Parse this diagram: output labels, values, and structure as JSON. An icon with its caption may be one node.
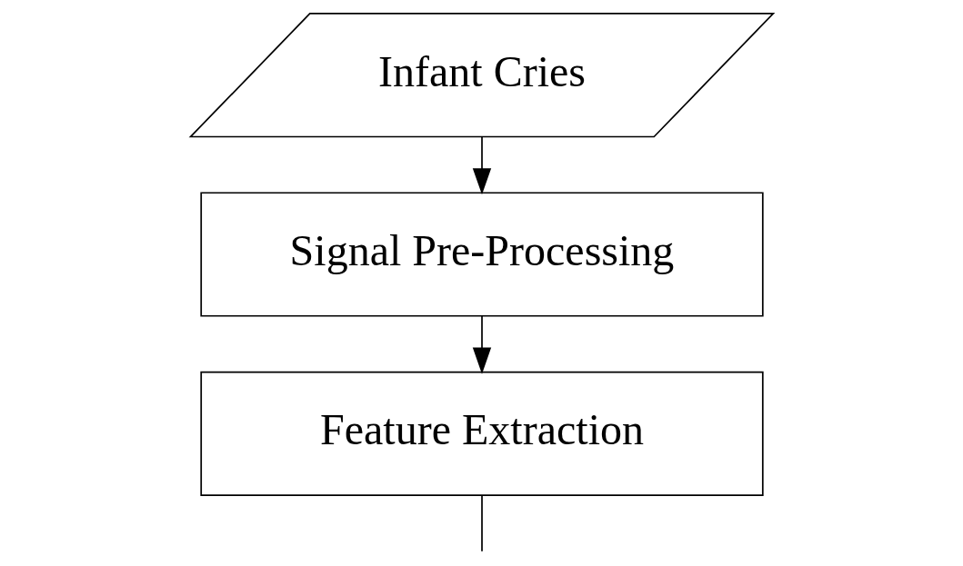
{
  "diagram": {
    "nodes": [
      {
        "text": [
          "Infant Cries"
        ]
      },
      {
        "text": [
          "Signal Pre-Processing"
        ]
      },
      {
        "text": [
          "Feature Extraction"
        ]
      }
    ],
    "edges": [
      {
        "from": 0,
        "to": 1,
        "arrow": "to"
      },
      {
        "from": 1,
        "to": 2,
        "arrow": "to"
      },
      {
        "from": 2,
        "to": null,
        "arrow": "none"
      }
    ]
  }
}
